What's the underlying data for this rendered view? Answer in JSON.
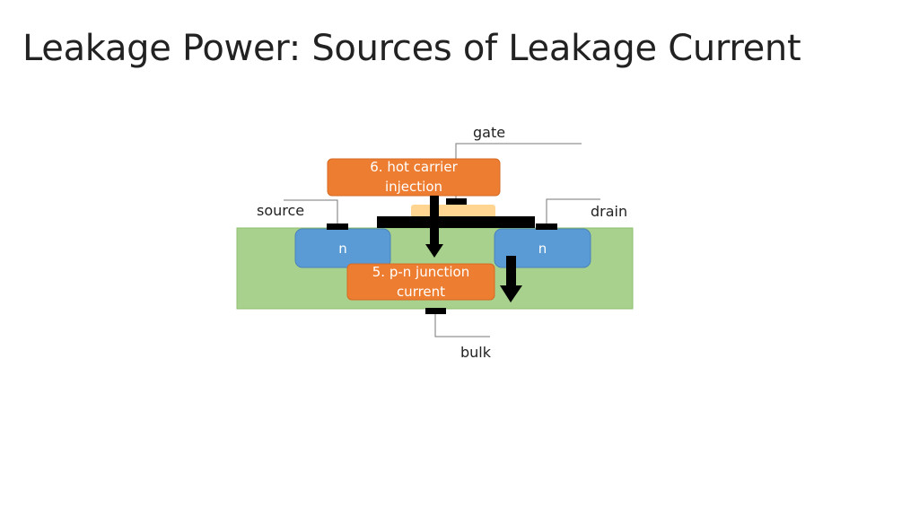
{
  "slide": {
    "title": "Leakage Power: Sources of Leakage Current"
  },
  "diagram": {
    "terminals": {
      "gate": "gate",
      "source": "source",
      "drain": "drain",
      "bulk": "bulk"
    },
    "regions": {
      "source_region": "n",
      "drain_region": "n"
    },
    "leakage_sources": [
      {
        "line1": "6. hot carrier",
        "line2": "injection"
      },
      {
        "line1": "5. p-n junction",
        "line2": "current"
      }
    ],
    "colors": {
      "substrate": "#a9d18e",
      "n_region": "#5b9bd5",
      "gate_oxide": "#ffd591",
      "callout": "#ed7d31",
      "contact": "#000000"
    }
  }
}
